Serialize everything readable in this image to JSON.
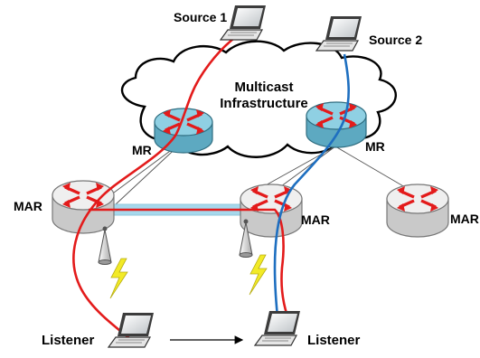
{
  "labels": {
    "source1": "Source 1",
    "source2": "Source 2",
    "cloud_line1": "Multicast",
    "cloud_line2": "Infrastructure",
    "mr_left": "MR",
    "mr_right": "MR",
    "mar_left": "MAR",
    "mar_center": "MAR",
    "mar_right": "MAR",
    "listener_left": "Listener",
    "listener_right": "Listener"
  },
  "colors": {
    "flow_source1": "#e31b1b",
    "flow_source2": "#1e6fc0",
    "tunnel": "#a6d8ec",
    "mr_router": "#6fb8cf",
    "mar_router": "#d9d9d9",
    "router_arrows": "#e31b1b",
    "lightning": "#f2ea27"
  },
  "icons": {
    "source_host": "laptop-icon",
    "listener_host": "laptop-icon",
    "mobility_router": "router-icon",
    "access_point": "wireless-antenna-icon",
    "wireless_link": "lightning-icon",
    "movement": "arrow-right-icon"
  }
}
